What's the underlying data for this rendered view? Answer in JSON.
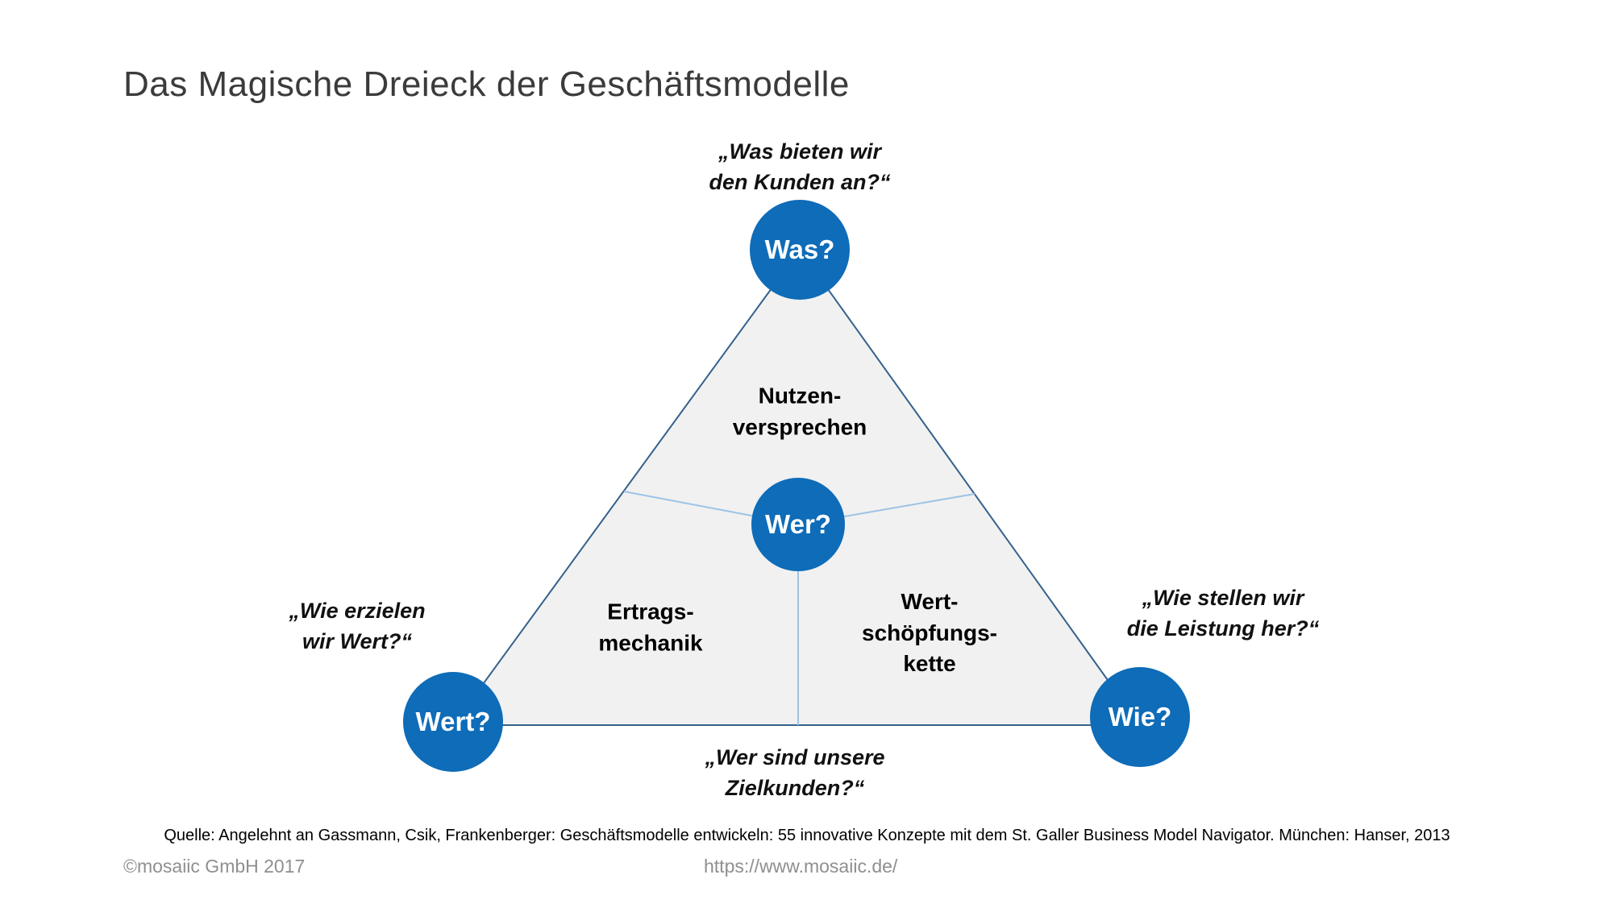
{
  "title": "Das Magische Dreieck der Geschäftsmodelle",
  "colors": {
    "accent": "#0e6cb8",
    "triangle-fill": "#f1f1f1",
    "triangle-stroke": "#34618d",
    "divider": "#9dc3e6",
    "title-color": "#3b3b3b",
    "muted": "#8f8f8f"
  },
  "nodes": {
    "was": "Was?",
    "wer": "Wer?",
    "wert": "Wert?",
    "wie": "Wie?"
  },
  "questions": {
    "was": "„Was bieten wir\nden Kunden an?“",
    "wert": "„Wie erzielen\nwir Wert?“",
    "wie": "„Wie stellen wir\ndie Leistung her?“",
    "wer": "„Wer sind unsere\nZielkunden?“"
  },
  "regions": {
    "nutzenversprechen": "Nutzen-\nversprechen",
    "ertragsmechanik": "Ertrags-\nmechanik",
    "wertschoepfungskette": "Wert-\nschöpfungs-\nkette"
  },
  "footer": {
    "source": "Quelle: Angelehnt an Gassmann, Csik, Frankenberger: Geschäftsmodelle entwickeln: 55 innovative Konzepte mit dem St. Galler Business Model Navigator. München: Hanser, 2013",
    "copyright": "©mosaiic GmbH 2017",
    "url": "https://www.mosaiic.de/"
  }
}
